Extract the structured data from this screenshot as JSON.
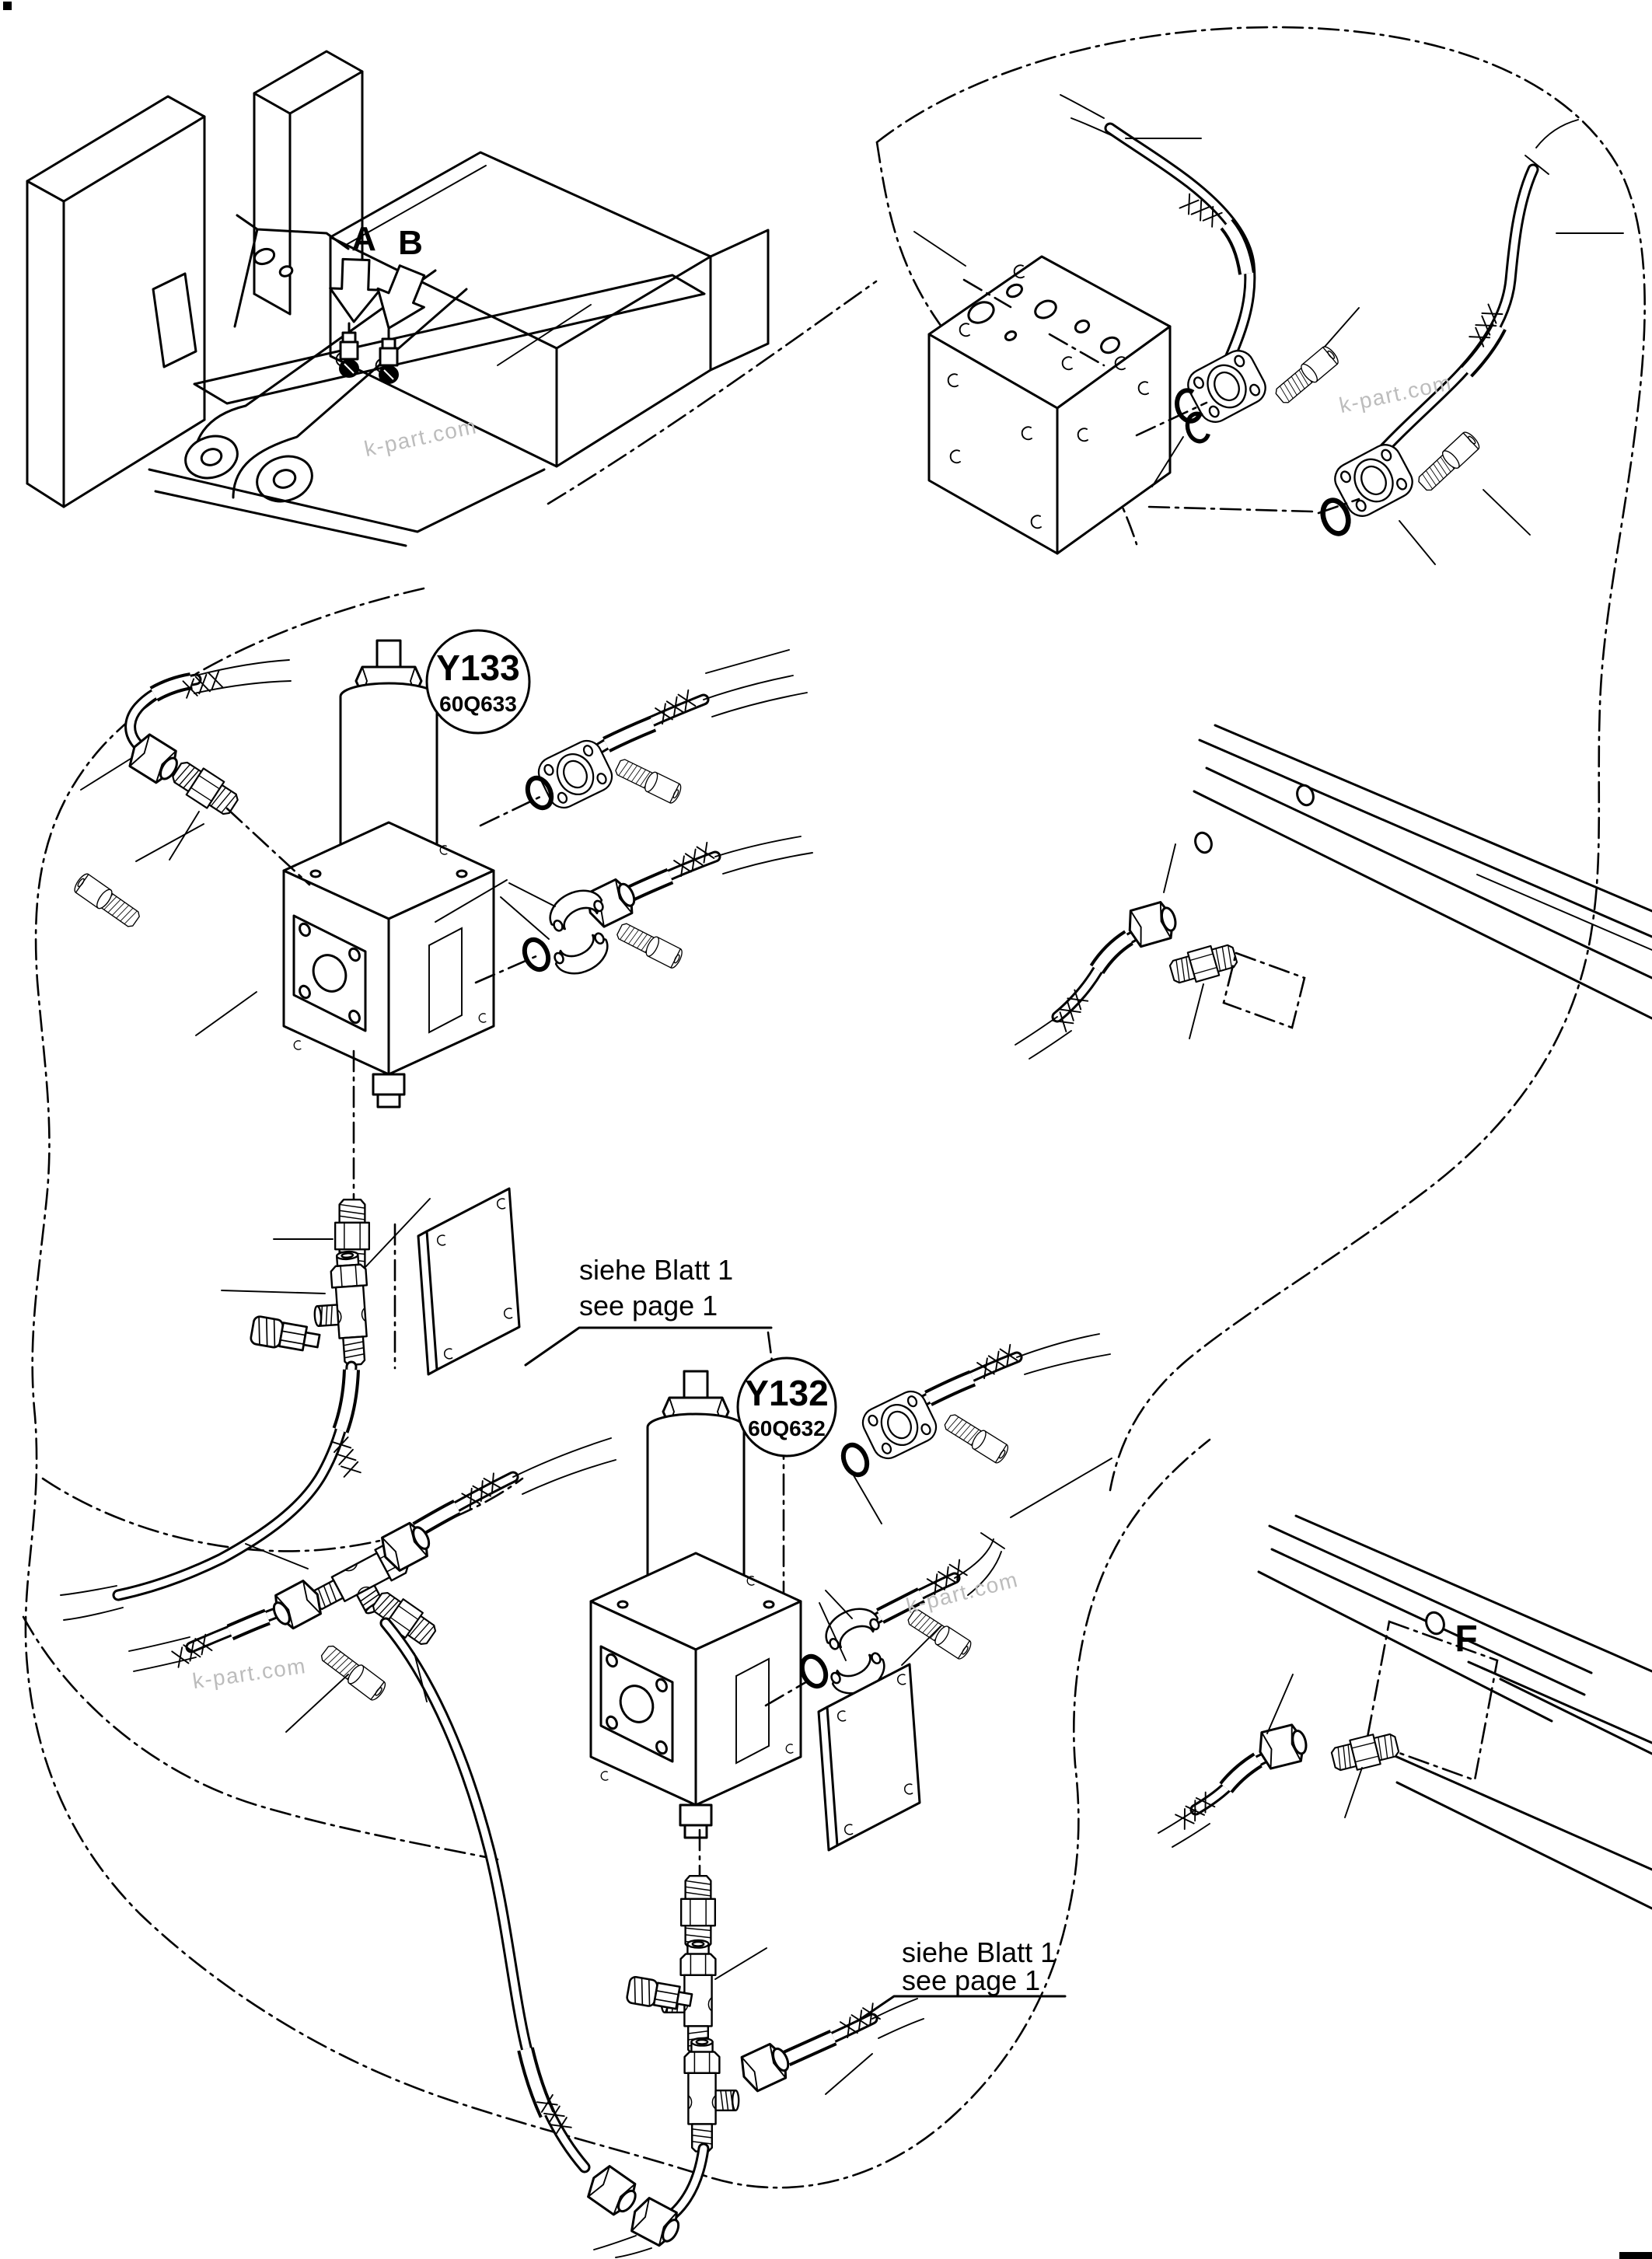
{
  "page": {
    "title": "Hydraulic pilot valve installation - exploded parts diagram (sheet 2)",
    "background_color": "#ffffff",
    "line_color": "#000000",
    "watermark_color": "#bcbcbc"
  },
  "callouts": {
    "position_a": "A",
    "position_b": "B",
    "view_f": "F",
    "valve_y133": {
      "label": "Y133",
      "code": "60Q633"
    },
    "valve_y132": {
      "label": "Y132",
      "code": "60Q632"
    },
    "note_top": {
      "line1": "siehe Blatt 1",
      "line2": "see page 1"
    },
    "note_bottom": {
      "line1": "siehe Blatt 1",
      "line2": "see page 1"
    }
  },
  "watermarks": [
    {
      "text": "k-part.com"
    },
    {
      "text": "k-part.com"
    },
    {
      "text": "k-part.com"
    },
    {
      "text": "k-part.com"
    }
  ]
}
